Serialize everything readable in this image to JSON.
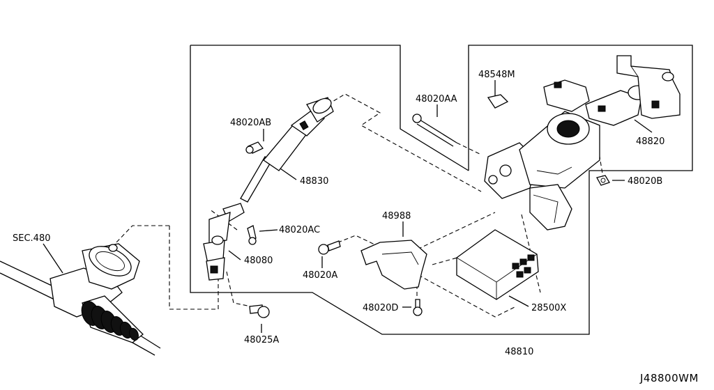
{
  "labels": {
    "sec480": "SEC.480",
    "p48020AB": "48020AB",
    "p48830": "48830",
    "p48020AC": "48020AC",
    "p48080": "48080",
    "p48020A": "48020A",
    "p48025A": "48025A",
    "p48988": "48988",
    "p48020D": "48020D",
    "p28500X": "28500X",
    "p48810": "48810",
    "p48020AA": "48020AA",
    "p48548M": "48548M",
    "p48820": "48820",
    "p48020B": "48020B"
  },
  "diagram_code": "J48800WM"
}
